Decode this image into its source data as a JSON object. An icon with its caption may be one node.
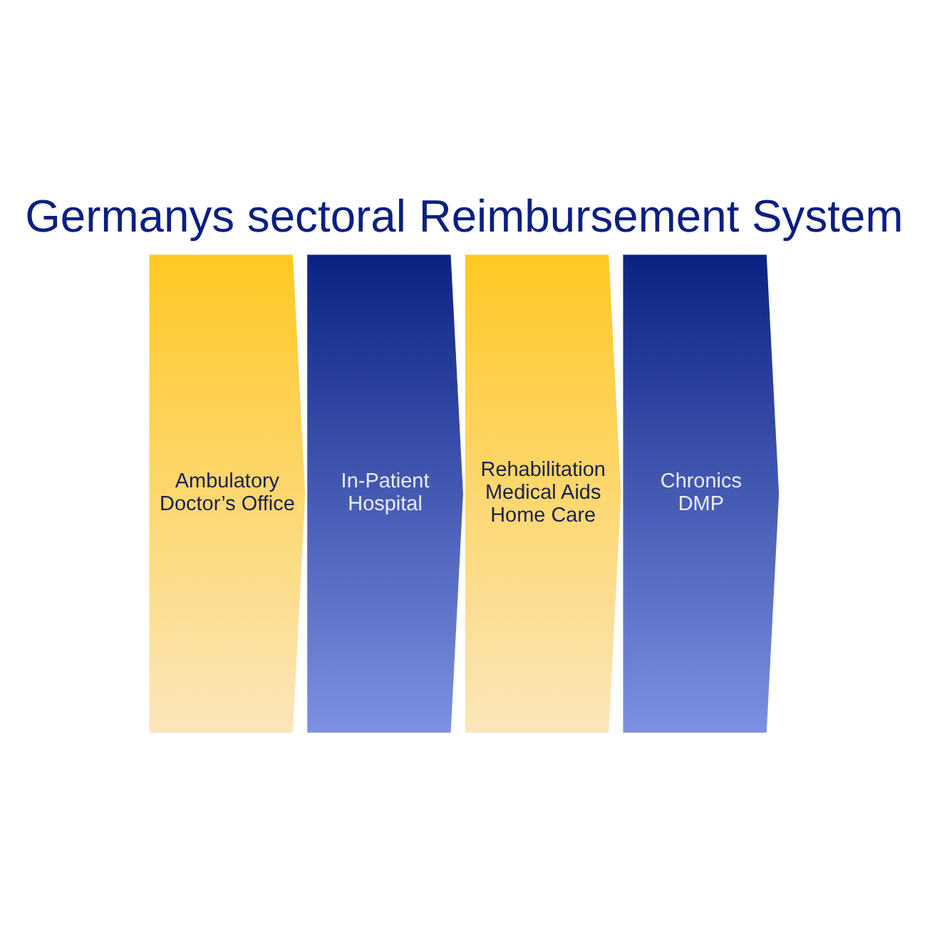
{
  "diagram": {
    "title": "Germanys sectoral Reimbursement System",
    "nodes": [
      {
        "text": [
          "Ambulatory",
          "Doctor’s Office"
        ]
      },
      {
        "text": [
          "In-Patient",
          "Hospital"
        ]
      },
      {
        "text": [
          "Rehabilitation",
          "Medical Aids",
          "Home Care"
        ]
      },
      {
        "text": [
          "Chronics",
          "DMP"
        ]
      }
    ]
  }
}
